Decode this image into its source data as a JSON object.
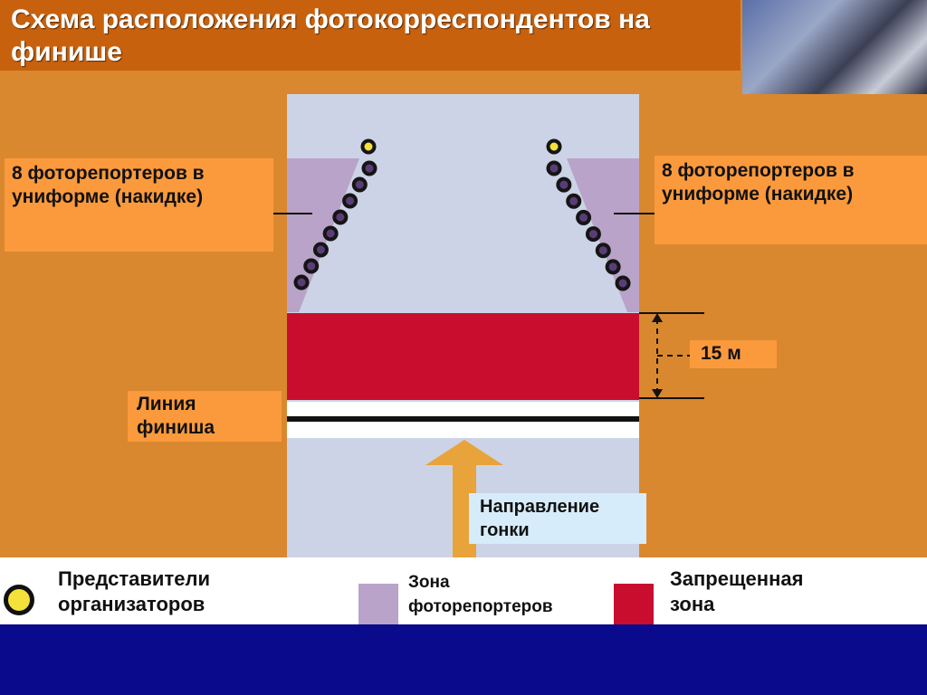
{
  "title": "Схема расположения фотокорреспондентов на финише",
  "labels": {
    "left_photographers": "8 фоторепортеров в униформе (накидке)",
    "right_photographers": "8 фоторепортеров в униформе (накидке)",
    "finish_line": "Линия финиша",
    "distance": "15 м",
    "race_direction": "Направление гонки"
  },
  "legend": {
    "organizers": "Представители организаторов",
    "photographers_zone": "Зона фоторепортеров",
    "forbidden_zone": "Запрещенная зона"
  },
  "colors": {
    "background": "#d9882f",
    "track": "#ccd3e6",
    "photographers_zone": "#b9a3c9",
    "forbidden_zone": "#c90d2f",
    "label_box": "#fb9a3c",
    "arrow": "#e8a33a",
    "organizer_marker": "#f4e23a"
  },
  "photographers_per_side": 8,
  "organizers_per_side": 1
}
